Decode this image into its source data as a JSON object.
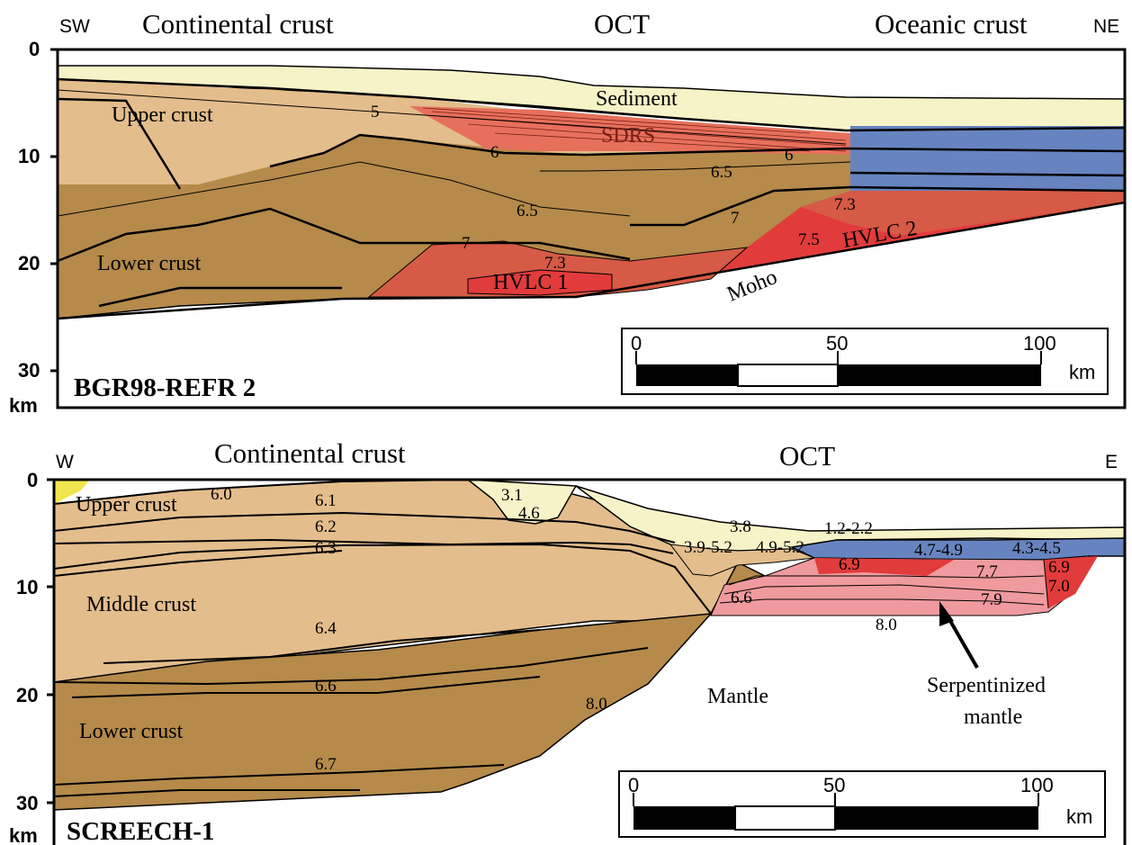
{
  "panels": [
    {
      "corner_left": "SW",
      "corner_right": "NE",
      "headers": {
        "left": "Continental crust",
        "center": "OCT",
        "right": "Oceanic crust"
      },
      "depth_ticks": [
        "0",
        "10",
        "20",
        "30"
      ],
      "depth_unit": "km",
      "title": "BGR98-REFR 2",
      "labels": {
        "sediment": "Sediment",
        "upper_crust": "Upper crust",
        "sdrs": "SDRS",
        "lower_crust": "Lower crust",
        "hvlc1": "HVLC 1",
        "hvlc2": "HVLC 2",
        "moho": "Moho"
      },
      "velocities": [
        "5",
        "6",
        "6",
        "6.5",
        "6.5",
        "7",
        "7",
        "7.3",
        "7.3",
        "7.5"
      ],
      "scale_bar": {
        "ticks": [
          "0",
          "50",
          "100"
        ],
        "unit": "km"
      }
    },
    {
      "corner_left": "W",
      "corner_right": "E",
      "headers": {
        "left": "Continental crust",
        "center": "OCT"
      },
      "depth_ticks": [
        "0",
        "10",
        "20",
        "30"
      ],
      "depth_unit": "km",
      "title": "SCREECH-1",
      "labels": {
        "upper_crust": "Upper crust",
        "middle_crust": "Middle crust",
        "lower_crust": "Lower crust",
        "mantle": "Mantle",
        "serpentinized_line1": "Serpentinized",
        "serpentinized_line2": "mantle"
      },
      "velocities": [
        "6.0",
        "6.1",
        "6.2",
        "6.3",
        "6.4",
        "6.6",
        "6.7",
        "8.0",
        "3.1",
        "4.6",
        "3.8",
        "1.2-2.2",
        "3.9-5.2",
        "4.9-5.2",
        "4.7-4.9",
        "4.3-4.5",
        "6.6",
        "6.9",
        "7.7",
        "6.9",
        "7.0",
        "7.9",
        "8.0"
      ],
      "scale_bar": {
        "ticks": [
          "0",
          "50",
          "100"
        ],
        "unit": "km"
      }
    }
  ],
  "colors": {
    "sediment": "#f7f3c8",
    "upper_crust": "#e3bd8c",
    "lower_crust": "#b58a4a",
    "hvlc": "#d65a45",
    "hvlc_bright": "#e23b3b",
    "sdrs": "#e6705c",
    "oceanic": "#6784c0",
    "serpentinized": "#ef9a9e",
    "surface_yellow": "#f0e64f"
  }
}
